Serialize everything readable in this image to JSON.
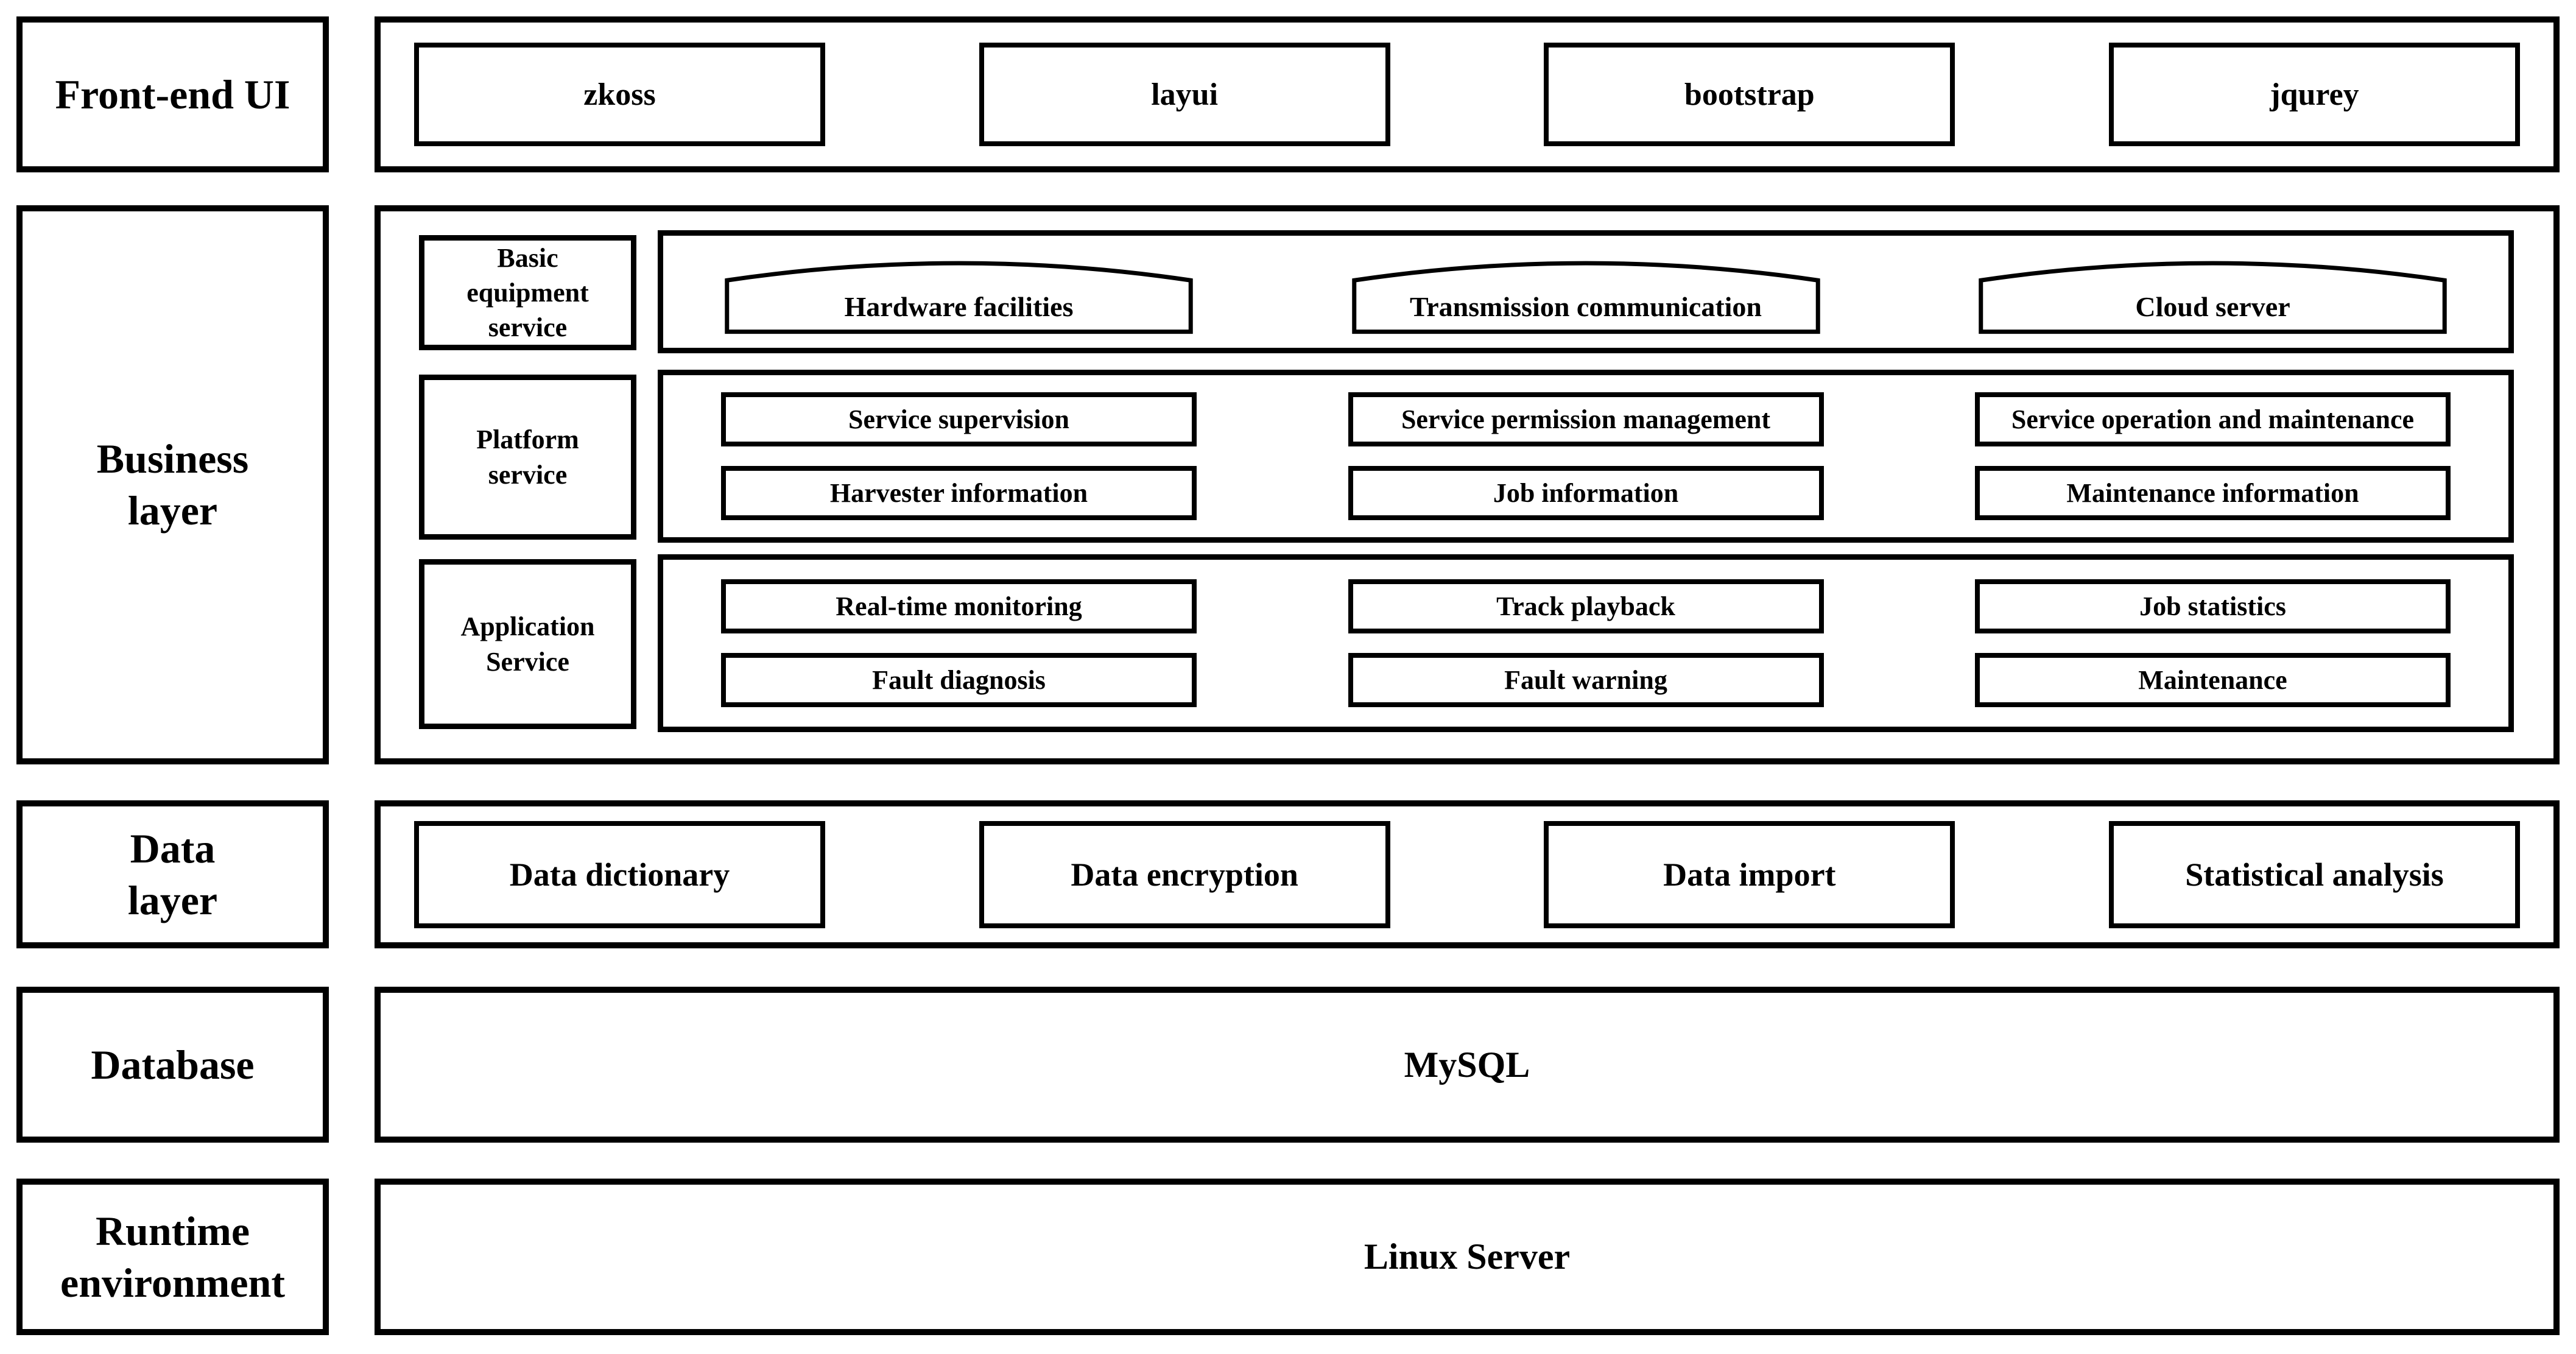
{
  "diagram": {
    "frontend": {
      "label": "Front-end UI",
      "items": [
        "zkoss",
        "layui",
        "bootstrap",
        "jqurey"
      ]
    },
    "business": {
      "label": "Business\nlayer",
      "groups": [
        {
          "label": "Basic\nequipment\nservice",
          "items": [
            "Hardware facilities",
            "Transmission communication",
            "Cloud server"
          ]
        },
        {
          "label": "Platform\nservice",
          "rows": [
            [
              "Service supervision",
              "Service permission management",
              "Service operation and maintenance"
            ],
            [
              "Harvester information",
              "Job information",
              "Maintenance information"
            ]
          ]
        },
        {
          "label": "Application\nService",
          "rows": [
            [
              "Real-time monitoring",
              "Track playback",
              "Job statistics"
            ],
            [
              "Fault diagnosis",
              "Fault warning",
              "Maintenance"
            ]
          ]
        }
      ]
    },
    "data_layer": {
      "label": "Data\nlayer",
      "items": [
        "Data dictionary",
        "Data encryption",
        "Data import",
        "Statistical analysis"
      ]
    },
    "database": {
      "label": "Database",
      "value": "MySQL"
    },
    "runtime": {
      "label": "Runtime\nenvironment",
      "value": "Linux Server"
    }
  },
  "colors": {
    "line": "#000000",
    "background": "#ffffff"
  }
}
